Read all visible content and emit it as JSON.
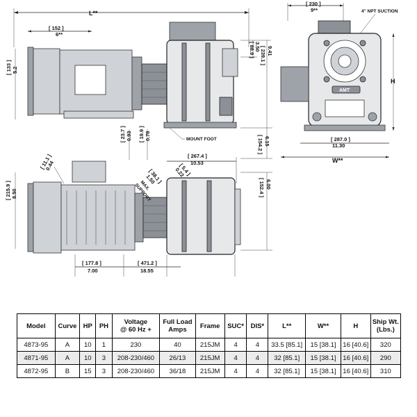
{
  "drawing": {
    "side_view": {
      "overall_length": "L**",
      "shaft_dim_mm": "[ 152 ]",
      "shaft_dim_in": "6**",
      "motor_height_mm": "[ 133 ]",
      "motor_height_in": "5.2",
      "suction_height_mm": "[ 88.9 ]",
      "suction_height_in": "3.50",
      "outlet_height_mm": "[ 239.1 ]",
      "outlet_height_in": "9.41",
      "foot_offset1_mm": "[ 23.7 ]",
      "foot_offset1_in": "0.93",
      "foot_offset2_mm": "[ 19.9 ]",
      "foot_offset2_in": "0.78",
      "mount_foot_label": "MOUNT FOOT",
      "center_height_mm": "[ 154.2 ]",
      "center_height_in": "6.15"
    },
    "end_view": {
      "width_top_mm": "[ 230 ]",
      "width_top_in": "9**",
      "suction_label": "4\" NPT SUCTION",
      "height_label": "H",
      "base_width_mm": "[ 287.0 ]",
      "base_width_in": "11.30",
      "overall_width": "W**"
    },
    "plan_view": {
      "motor_width_mm": "[ 215.9 ]",
      "motor_width_in": "8.50",
      "hole_mm": "[ 11.1 ]",
      "hole_in": "0.44",
      "support_dim_mm": "[ 38.1 ]",
      "support_dim_in": "1.50",
      "support_label1": "MAX.",
      "support_label2": "SUPPORT",
      "small_dim_mm": "[ 5.4 ]",
      "small_dim_in": "0.22",
      "pump_length_mm": "[ 267.4 ]",
      "pump_length_in": "10.53",
      "pump_width_mm": "[ 152.4 ]",
      "pump_width_in": "6.00",
      "foot_spacing_mm": "[ 177.8 ]",
      "foot_spacing_in": "7.00",
      "mount_spacing_mm": "[ 471.2 ]",
      "mount_spacing_in": "18.55"
    },
    "nameplate": "AMT"
  },
  "table": {
    "headers": [
      "Model",
      "Curve",
      "HP",
      "PH",
      "Voltage\n@ 60 Hz +",
      "Full Load\nAmps",
      "Frame",
      "SUC*",
      "DIS*",
      "L**",
      "W**",
      "H",
      "Ship Wt.\n(Lbs.)"
    ],
    "rows": [
      [
        "4873-95",
        "A",
        "10",
        "1",
        "230",
        "40",
        "215JM",
        "4",
        "4",
        "33.5 [85.1]",
        "15 [38.1]",
        "16 [40.6]",
        "320"
      ],
      [
        "4871-95",
        "A",
        "10",
        "3",
        "208-230/460",
        "26/13",
        "215JM",
        "4",
        "4",
        "32 [85.1]",
        "15 [38.1]",
        "16 [40.6]",
        "290"
      ],
      [
        "4872-95",
        "B",
        "15",
        "3",
        "208-230/460",
        "36/18",
        "215JM",
        "4",
        "4",
        "32 [85.1]",
        "15 [38.1]",
        "16 [40.6]",
        "310"
      ]
    ]
  }
}
